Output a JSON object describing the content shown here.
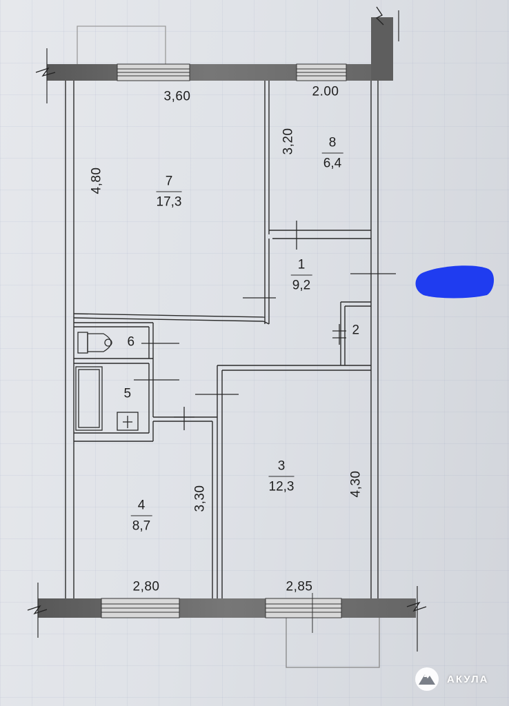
{
  "plan": {
    "rooms": [
      {
        "id": "7",
        "number": "7",
        "area": "17,3"
      },
      {
        "id": "8",
        "number": "8",
        "area": "6,4"
      },
      {
        "id": "1",
        "number": "1",
        "area": "9,2"
      },
      {
        "id": "2",
        "number": "2"
      },
      {
        "id": "6",
        "number": "6"
      },
      {
        "id": "5",
        "number": "5"
      },
      {
        "id": "4",
        "number": "4",
        "area": "8,7"
      },
      {
        "id": "3",
        "number": "3",
        "area": "12,3"
      }
    ],
    "dimensions": {
      "room7_width": "3,60",
      "room8_width": "2.00",
      "room7_height": "4,80",
      "room8_height": "3,20",
      "room4_height": "3,30",
      "room3_height": "4,30",
      "room4_width": "2,80",
      "room3_width": "2,85"
    },
    "colors": {
      "wall": "#6b6b6b",
      "line": "#2a2a2a",
      "redaction": "#1f3cf0"
    }
  },
  "branding": {
    "logo_text": "АКУЛА",
    "logo_icon": "shark-fin-mountain-icon"
  }
}
